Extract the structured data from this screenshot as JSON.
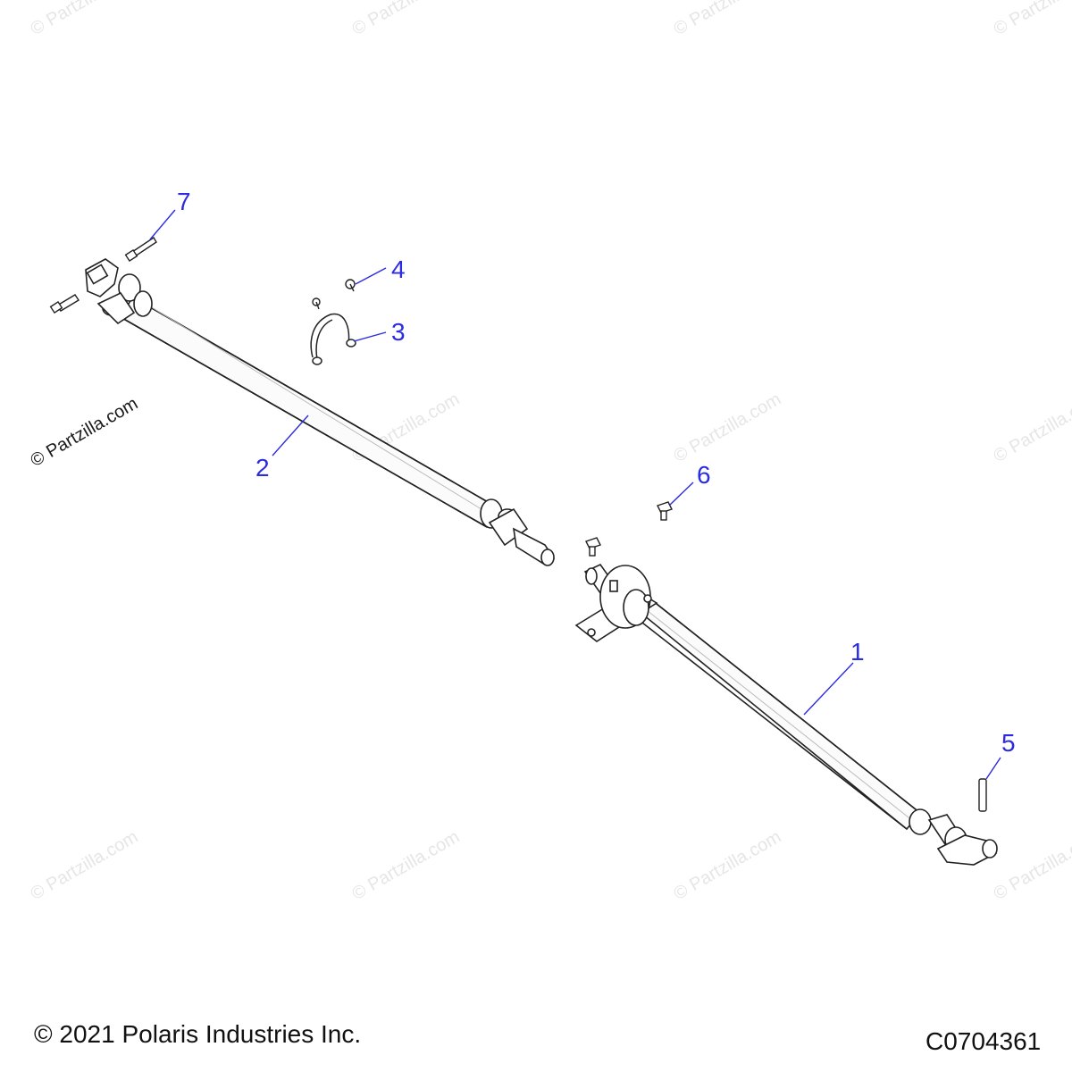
{
  "watermark_text": "© Partzilla.com",
  "callouts": {
    "c1": "1",
    "c2": "2",
    "c3": "3",
    "c4": "4",
    "c5": "5",
    "c6": "6",
    "c7": "7"
  },
  "footer": {
    "copyright": "© 2021 Polaris Industries Inc.",
    "diagram_code": "C0704361"
  },
  "colors": {
    "callout": "#2b2be0",
    "line": "#222222",
    "watermark": "#e6e6e6"
  }
}
